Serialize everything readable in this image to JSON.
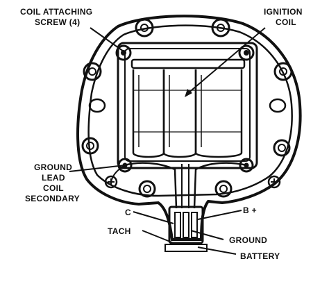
{
  "diagram": {
    "labels": {
      "coil_screw_line1": "COIL ATTACHING",
      "coil_screw_line2": "SCREW (4)",
      "ignition_line1": "IGNITION",
      "ignition_line2": "COIL",
      "ground_line1": "GROUND",
      "ground_line2": "LEAD",
      "ground_line3": "COIL",
      "ground_line4": "SECONDARY",
      "c": "C",
      "tach": "TACH",
      "b_plus": "B +",
      "ground": "GROUND",
      "battery": "BATTERY"
    },
    "colors": {
      "ink": "#111111",
      "paper": "#ffffff"
    }
  }
}
